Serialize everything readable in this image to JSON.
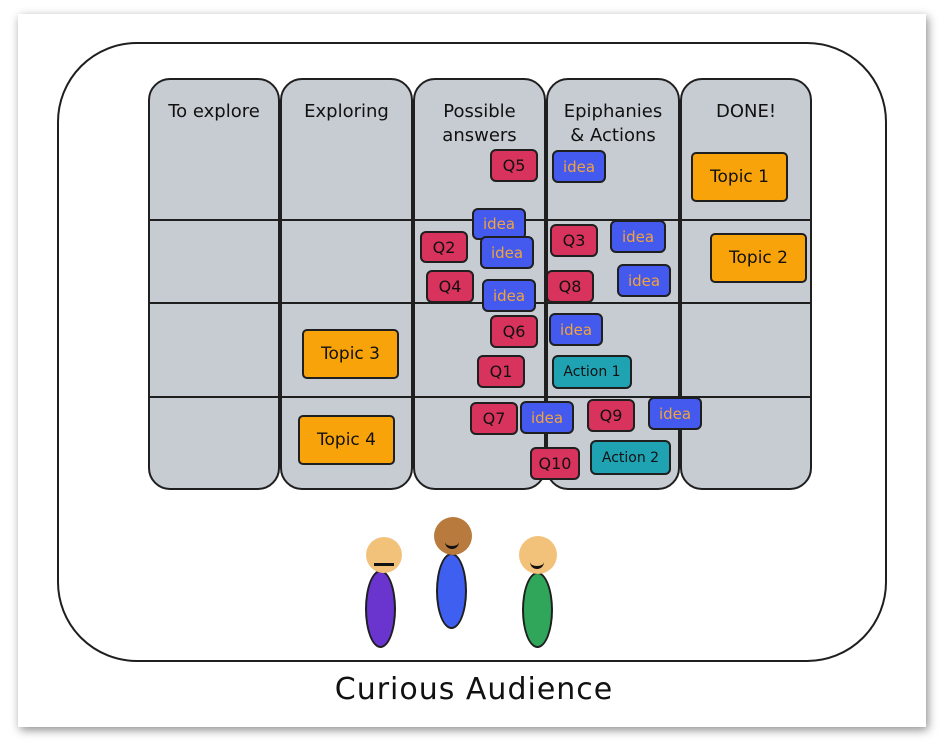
{
  "board": {
    "columns": [
      {
        "title": "To explore"
      },
      {
        "title": "Exploring"
      },
      {
        "title": "Possible\nanswers"
      },
      {
        "title": "Epiphanies\n& Actions"
      },
      {
        "title": "DONE!"
      }
    ]
  },
  "cards": {
    "topic1": "Topic 1",
    "topic2": "Topic 2",
    "topic3": "Topic 3",
    "topic4": "Topic 4",
    "q1": "Q1",
    "q2": "Q2",
    "q3": "Q3",
    "q4": "Q4",
    "q5": "Q5",
    "q6": "Q6",
    "q7": "Q7",
    "q8": "Q8",
    "q9": "Q9",
    "q10": "Q10",
    "idea": "idea",
    "action1": "Action 1",
    "action2": "Action 2"
  },
  "colors": {
    "topic": "#f8a30a",
    "question": "#d8335c",
    "idea": "#4459ee",
    "action": "#1fa3b3",
    "board": "#c7ccd3"
  },
  "audience": {
    "caption": "Curious Audience"
  }
}
